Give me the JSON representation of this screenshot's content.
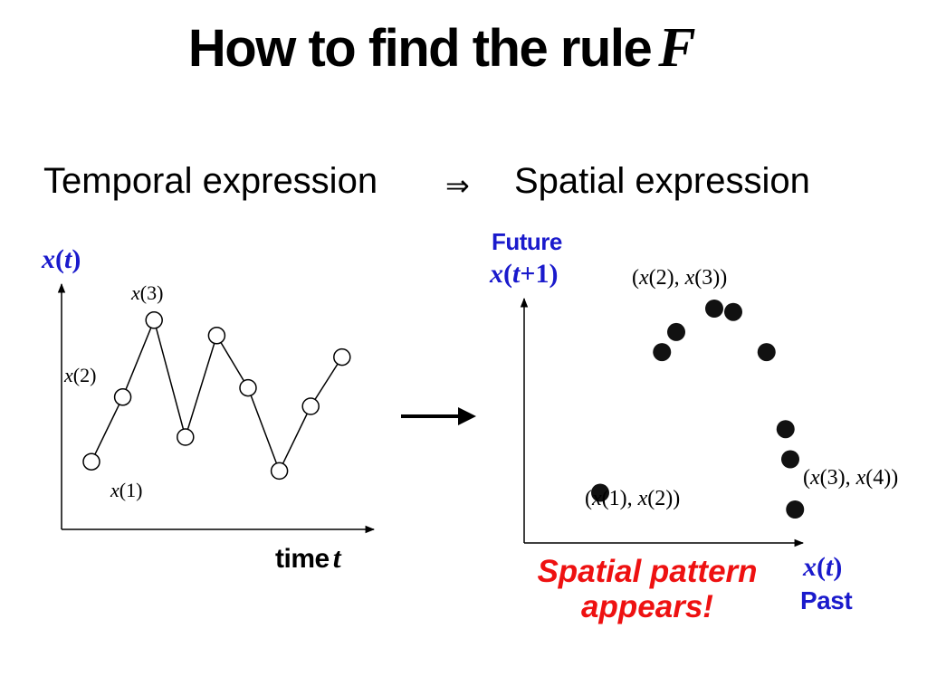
{
  "title": {
    "text": "How to find the rule",
    "symbol": "F"
  },
  "subtitle": {
    "left": "Temporal expression",
    "arrow": "⇒",
    "right": "Spatial expression"
  },
  "left_plot": {
    "y_axis_label": {
      "var": "x",
      "open": "(",
      "arg": "t",
      "close": ")"
    },
    "x_axis_label": {
      "word": "time",
      "var": "t"
    },
    "point_labels": {
      "x1": {
        "var": "x",
        "rest": "(1)"
      },
      "x2": {
        "var": "x",
        "rest": "(2)"
      },
      "x3": {
        "var": "x",
        "rest": "(3)"
      }
    },
    "series": [
      2.2,
      4.3,
      6.8,
      3.0,
      6.3,
      4.6,
      1.9,
      4.0,
      5.6
    ]
  },
  "transform_arrow": "right-arrow",
  "right_plot": {
    "y_axis_caption": "Future",
    "y_axis_label": {
      "var": "x",
      "open": "(",
      "arg": "t",
      "rest": "+1)"
    },
    "x_axis_label": {
      "var": "x",
      "open": "(",
      "arg": "t",
      "close": ")"
    },
    "x_axis_caption": "Past",
    "point_labels": {
      "p12": {
        "open": "(",
        "a": "x",
        "a_rest": "(1), ",
        "b": "x",
        "b_rest": "(2))"
      },
      "p23": {
        "open": "(",
        "a": "x",
        "a_rest": "(2), ",
        "b": "x",
        "b_rest": "(3))"
      },
      "p34": {
        "open": "(",
        "a": "x",
        "a_rest": "(3), ",
        "b": "x",
        "b_rest": "(4))"
      }
    },
    "points": [
      [
        1.6,
        1.5
      ],
      [
        2.9,
        5.7
      ],
      [
        3.2,
        6.3
      ],
      [
        4.0,
        7.0
      ],
      [
        4.4,
        6.9
      ],
      [
        5.1,
        5.7
      ],
      [
        5.5,
        3.4
      ],
      [
        5.6,
        2.5
      ],
      [
        5.7,
        1.0
      ]
    ]
  },
  "highlight": {
    "line1": "Spatial pattern",
    "line2": "appears!"
  },
  "colors": {
    "label_blue": "#1a1acc",
    "highlight_red": "#ee1111",
    "text": "#000000"
  }
}
